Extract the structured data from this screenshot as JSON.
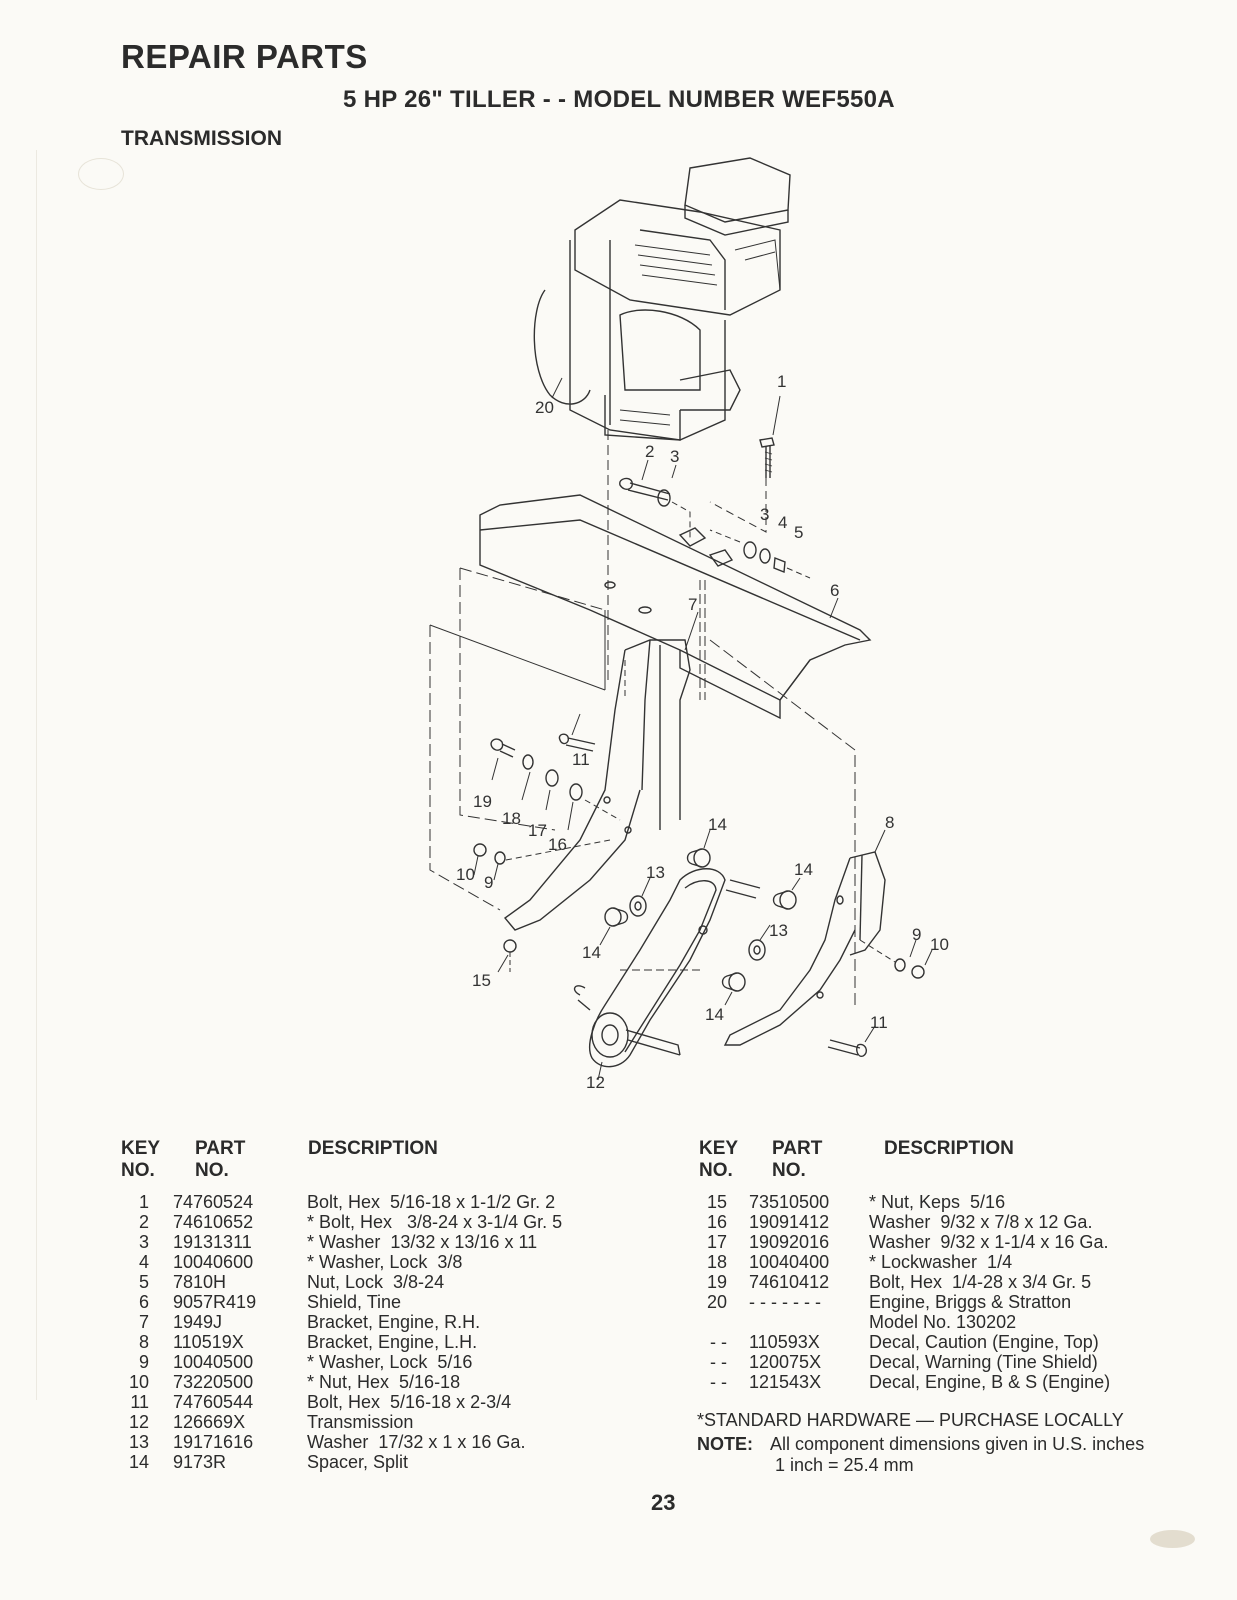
{
  "header": {
    "title": "REPAIR PARTS",
    "subtitle": "5 HP  26\" TILLER - - MODEL NUMBER WEF550A",
    "section": "TRANSMISSION"
  },
  "diagram": {
    "callouts": [
      "1",
      "2",
      "3",
      "3",
      "4",
      "5",
      "6",
      "7",
      "8",
      "9",
      "10",
      "9",
      "10",
      "11",
      "11",
      "12",
      "13",
      "13",
      "14",
      "14",
      "14",
      "14",
      "15",
      "16",
      "17",
      "18",
      "19",
      "20"
    ]
  },
  "table_headers": {
    "key": "KEY",
    "no": "NO.",
    "part": "PART",
    "part_no": "NO.",
    "description": "DESCRIPTION"
  },
  "parts_left": [
    {
      "key": "1",
      "part": "74760524",
      "desc": "Bolt, Hex  5/16-18 x 1-1/2 Gr. 2"
    },
    {
      "key": "2",
      "part": "74610652",
      "desc": "* Bolt, Hex   3/8-24 x 3-1/4 Gr. 5"
    },
    {
      "key": "3",
      "part": "19131311",
      "desc": "* Washer  13/32 x 13/16 x 11"
    },
    {
      "key": "4",
      "part": "10040600",
      "desc": "* Washer, Lock  3/8"
    },
    {
      "key": "5",
      "part": "7810H",
      "desc": "Nut, Lock  3/8-24"
    },
    {
      "key": "6",
      "part": "9057R419",
      "desc": "Shield, Tine"
    },
    {
      "key": "7",
      "part": "1949J",
      "desc": "Bracket, Engine, R.H."
    },
    {
      "key": "8",
      "part": "110519X",
      "desc": "Bracket, Engine, L.H."
    },
    {
      "key": "9",
      "part": "10040500",
      "desc": "* Washer, Lock  5/16"
    },
    {
      "key": "10",
      "part": "73220500",
      "desc": "* Nut, Hex  5/16-18"
    },
    {
      "key": "11",
      "part": "74760544",
      "desc": "Bolt, Hex  5/16-18 x 2-3/4"
    },
    {
      "key": "12",
      "part": "126669X",
      "desc": "Transmission"
    },
    {
      "key": "13",
      "part": "19171616",
      "desc": "Washer  17/32 x 1 x 16 Ga."
    },
    {
      "key": "14",
      "part": "9173R",
      "desc": "Spacer, Split"
    }
  ],
  "parts_right": [
    {
      "key": "15",
      "part": "73510500",
      "desc": "* Nut, Keps  5/16"
    },
    {
      "key": "16",
      "part": "19091412",
      "desc": "Washer  9/32 x 7/8 x 12 Ga."
    },
    {
      "key": "17",
      "part": "19092016",
      "desc": "Washer  9/32 x 1-1/4 x 16 Ga."
    },
    {
      "key": "18",
      "part": "10040400",
      "desc": "* Lockwasher  1/4"
    },
    {
      "key": "19",
      "part": "74610412",
      "desc": "Bolt, Hex  1/4-28 x 3/4 Gr. 5"
    },
    {
      "key": "20",
      "part": "- - - - - - -",
      "desc": "Engine, Briggs & Stratton"
    },
    {
      "key": "",
      "part": "",
      "desc": "Model No. 130202"
    },
    {
      "key": "- -",
      "part": "110593X",
      "desc": "Decal, Caution (Engine, Top)"
    },
    {
      "key": "- -",
      "part": "120075X",
      "desc": "Decal, Warning (Tine Shield)"
    },
    {
      "key": "- -",
      "part": "121543X",
      "desc": "Decal, Engine, B & S (Engine)"
    }
  ],
  "footer": {
    "standard_hardware": "*STANDARD HARDWARE — PURCHASE LOCALLY",
    "note_label": "NOTE:",
    "note_text": "All component dimensions given in U.S. inches",
    "conversion": "1 inch = 25.4 mm",
    "page_number": "23"
  }
}
